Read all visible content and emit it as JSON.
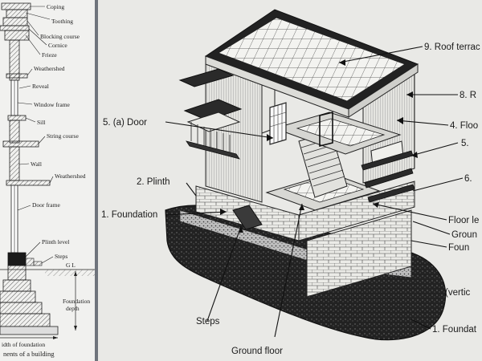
{
  "left_figure": {
    "labels": {
      "coping": "Coping",
      "toothing": "Toothing",
      "blocking_course": "Blocking course",
      "cornice": "Cornice",
      "frieze": "Frieze",
      "weathershed_top": "Weathershed",
      "reveal": "Reveal",
      "window_frame": "Window frame",
      "sill": "Sill",
      "string_course": "String course",
      "wall": "Wall",
      "weathershed_mid": "Weathershed",
      "door_frame": "Door frame",
      "plinth_level": "Plinth level",
      "steps": "Steps",
      "gl": "G L",
      "foundation_depth_1": "Foundation",
      "foundation_depth_2": "depth",
      "width_of_foundation": "idth of foundation"
    },
    "caption": "nents of a building"
  },
  "right_figure": {
    "labels": {
      "roof_terrace": "9. Roof terrac",
      "label_8": "8. R",
      "door": "5. (a) Door",
      "floor_4": "4. Floo",
      "label_5": "5.",
      "plinth": "2. Plinth",
      "label_6": "6.",
      "foundation_left": "1. Foundation",
      "floor_level": "Floor le",
      "ground": "Groun",
      "found": "Foun",
      "vertical": "(vertic",
      "steps": "Steps",
      "ground_floor": "Ground floor",
      "foundation_bottom": "1. Foundat"
    }
  }
}
